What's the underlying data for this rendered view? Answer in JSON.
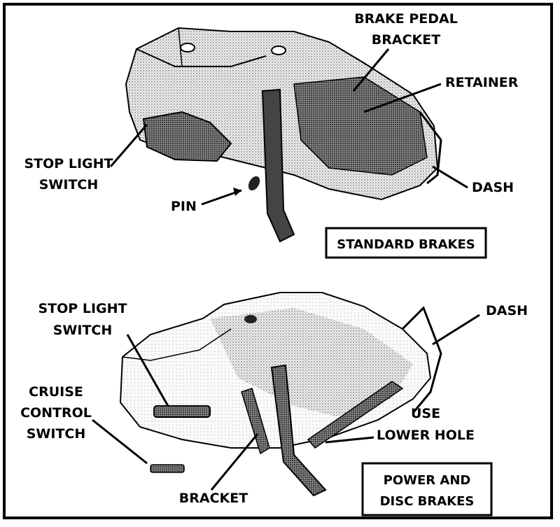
{
  "upper_view": {
    "caption": "STANDARD BRAKES",
    "labels": {
      "brake_pedal_bracket_1": "BRAKE PEDAL",
      "brake_pedal_bracket_2": "BRACKET",
      "retainer": "RETAINER",
      "stop_light_switch_1": "STOP LIGHT",
      "stop_light_switch_2": "SWITCH",
      "dash": "DASH",
      "pin": "PIN"
    }
  },
  "lower_view": {
    "caption_line1": "POWER AND",
    "caption_line2": "DISC BRAKES",
    "labels": {
      "stop_light_switch_1": "STOP LIGHT",
      "stop_light_switch_2": "SWITCH",
      "dash": "DASH",
      "cruise_1": "CRUISE",
      "cruise_2": "CONTROL",
      "cruise_3": "SWITCH",
      "use_1": "USE",
      "use_2": "LOWER HOLE",
      "bracket": "BRACKET"
    }
  }
}
